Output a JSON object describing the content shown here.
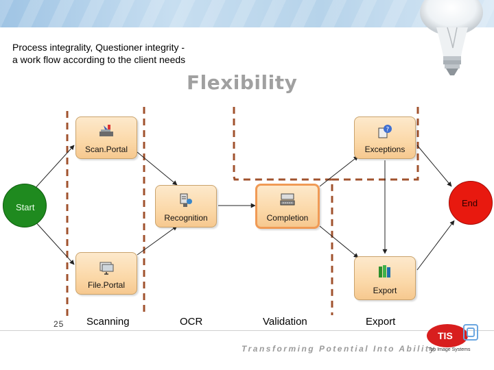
{
  "slide": {
    "subtitle_line1": "Process integrality, Questioner integrity -",
    "subtitle_line2": "a work flow according to the client needs",
    "heading": "Flexibility",
    "page_number": "25"
  },
  "workflow": {
    "start": "Start",
    "end": "End",
    "nodes": {
      "scan_portal": "Scan.Portal",
      "file_portal": "File.Portal",
      "recognition": "Recognition",
      "completion": "Completion",
      "exceptions": "Exceptions",
      "export": "Export"
    }
  },
  "stages": [
    "Scanning",
    "OCR",
    "Validation",
    "Export"
  ],
  "footer": {
    "tagline": "Transforming Potential Into Ability",
    "logo_text": "TIS",
    "logo_subtext": "Top Image Systems"
  },
  "colors": {
    "start": "#1f8a1f",
    "end": "#e8190f",
    "node_fill": "#fbd8a8",
    "divider": "#a0522d",
    "heading": "#a0a0a0"
  }
}
